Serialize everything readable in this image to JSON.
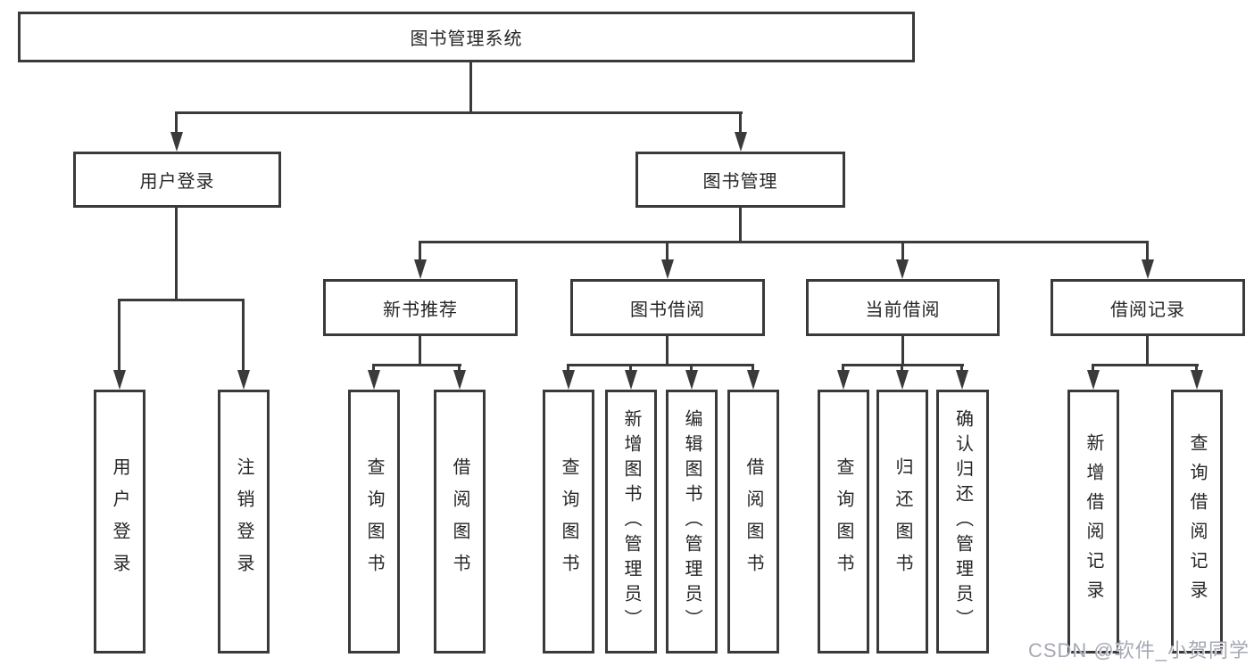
{
  "diagram": {
    "root": {
      "label": "图书管理系统"
    },
    "branches": [
      {
        "label": "用户登录",
        "children": [
          {
            "label": "用户登录"
          },
          {
            "label": "注销登录"
          }
        ]
      },
      {
        "label": "图书管理",
        "children": [
          {
            "label": "新书推荐",
            "children": [
              {
                "label": "查询图书"
              },
              {
                "label": "借阅图书"
              }
            ]
          },
          {
            "label": "图书借阅",
            "children": [
              {
                "label": "查询图书"
              },
              {
                "label": "新增图书（管理员）"
              },
              {
                "label": "编辑图书（管理员）"
              },
              {
                "label": "借阅图书"
              }
            ]
          },
          {
            "label": "当前借阅",
            "children": [
              {
                "label": "查询图书"
              },
              {
                "label": "归还图书"
              },
              {
                "label": "确认归还（管理员）"
              }
            ]
          },
          {
            "label": "借阅记录",
            "children": [
              {
                "label": "新增借阅记录"
              },
              {
                "label": "查询借阅记录"
              }
            ]
          }
        ]
      }
    ]
  },
  "watermark": {
    "text": "CSDN @软件_小贺同学"
  },
  "colors": {
    "line": "#3a3a3a",
    "text": "#262626",
    "background": "#ffffff",
    "watermark": "#a6a8b4"
  }
}
